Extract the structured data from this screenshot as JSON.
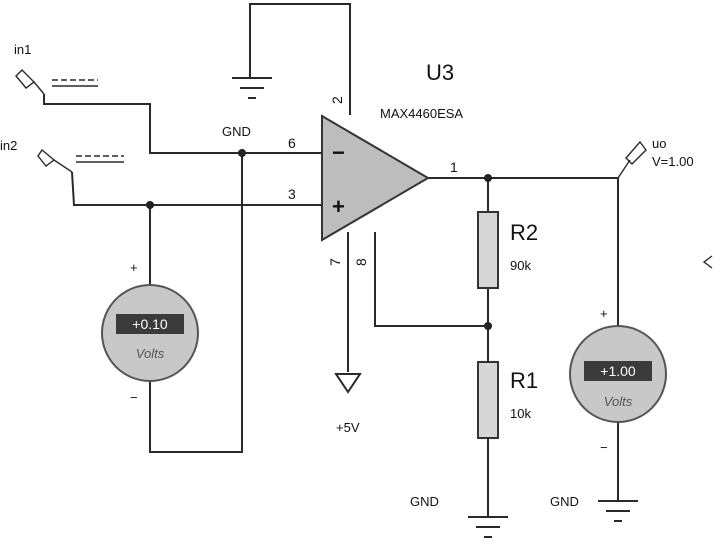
{
  "labels": {
    "in1": "in1",
    "in2": "in2",
    "gnd_top": "GND",
    "pin6": "6",
    "pin3": "3",
    "pin2": "2",
    "pin1": "1",
    "pin7": "7",
    "pin8": "8",
    "u3": "U3",
    "part": "MAX4460ESA",
    "plus5v": "+5V",
    "r2_name": "R2",
    "r2_value": "90k",
    "r1_name": "R1",
    "r1_value": "10k",
    "gnd_r1": "GND",
    "gnd_out": "GND",
    "uo": "uo",
    "uo_value": "V=1.00",
    "minus_sign": "−",
    "plus_sign": "+"
  },
  "meters": {
    "left": {
      "reading": "+0.10",
      "unit": "Volts",
      "plus": "+",
      "minus": "−"
    },
    "right": {
      "reading": "+1.00",
      "unit": "Volts",
      "plus": "+",
      "minus": "−"
    }
  }
}
